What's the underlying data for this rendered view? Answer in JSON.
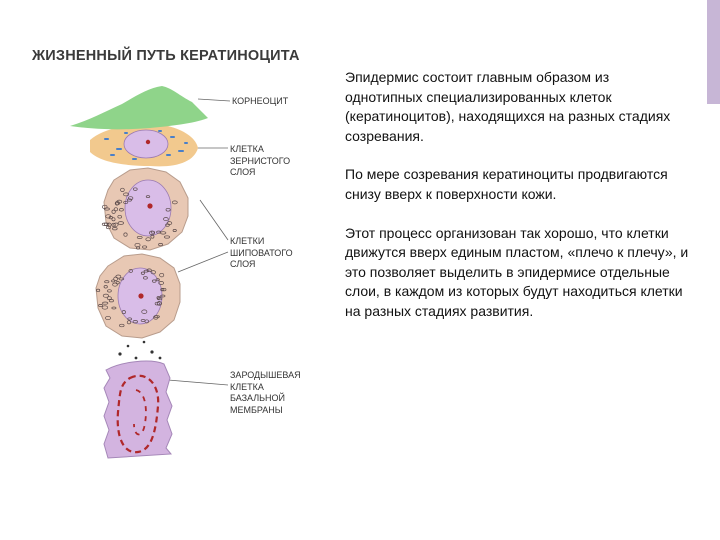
{
  "slide": {
    "title": "ЖИЗНЕННЫЙ ПУТЬ КЕРАТИНОЦИТА",
    "accent_color": "#c7b6d6"
  },
  "diagram": {
    "labels": [
      "КОРНЕОЦИТ",
      "КЛЕТКА\nЗЕРНИСТОГО\nСЛОЯ",
      "КЛЕТКИ\nШИПОВАТОГО\nСЛОЯ",
      "ЗАРОДЫШЕВАЯ\nКЛЕТКА\nБАЗАЛЬНОЙ\nМЕМБРАНЫ"
    ],
    "colors": {
      "corneocyte": "#8fd48a",
      "granular": "#f2c98e",
      "granular_spots": "#4a7fc8",
      "spinous": "#e8c8b4",
      "spinous_dots": "#5a4a4a",
      "nucleus": "#d9bde8",
      "basal": "#d3b4e0",
      "chromatin": "#b0282a"
    }
  },
  "text": {
    "paragraphs": [
      "Эпидермис состоит главным образом из однотипных специализированных клеток (кератиноцитов), находящихся на разных стадиях созревания.",
      "По мере созревания кератиноциты продвигаются снизу вверх к поверхности кожи.",
      "Этот процесс организован так хорошо, что клетки движутся вверх единым пластом, «плечо к плечу», и это позволяет выделить в эпидермисе отдельные слои, в каждом из которых будут находиться клетки на разных стадиях развития."
    ]
  }
}
